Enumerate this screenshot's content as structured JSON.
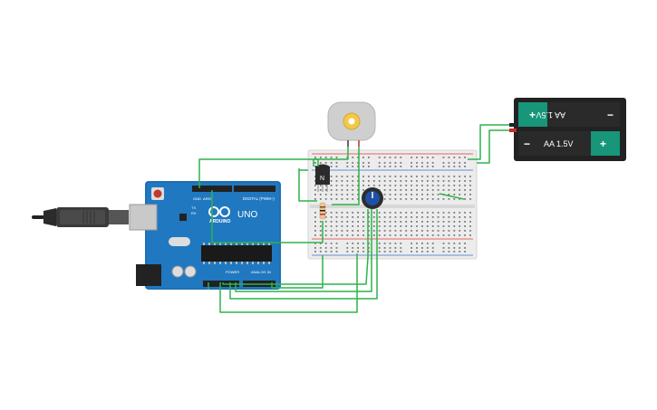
{
  "arduino": {
    "model": "UNO",
    "brand": "ARDUINO",
    "digital_header": "DIGITAL (PWM~)",
    "power_header": "POWER",
    "analog_header": "ANALOG IN",
    "tx_label": "TX",
    "rx_label": "RX",
    "gnd_label": "GND",
    "aref_label": "AREF"
  },
  "battery": {
    "top_cell_label": "AA 1.5V",
    "bottom_cell_label": "AA 1.5V",
    "plus_sign": "+",
    "minus_sign": "−"
  },
  "transistor": {
    "label": "N"
  },
  "colors": {
    "wire": "#2db34a",
    "board": "#1f6fb5",
    "battery_cell": "#1fae8f",
    "breadboard": "#ececec",
    "rail_red": "#e53935",
    "rail_blue": "#3a6fd1"
  }
}
